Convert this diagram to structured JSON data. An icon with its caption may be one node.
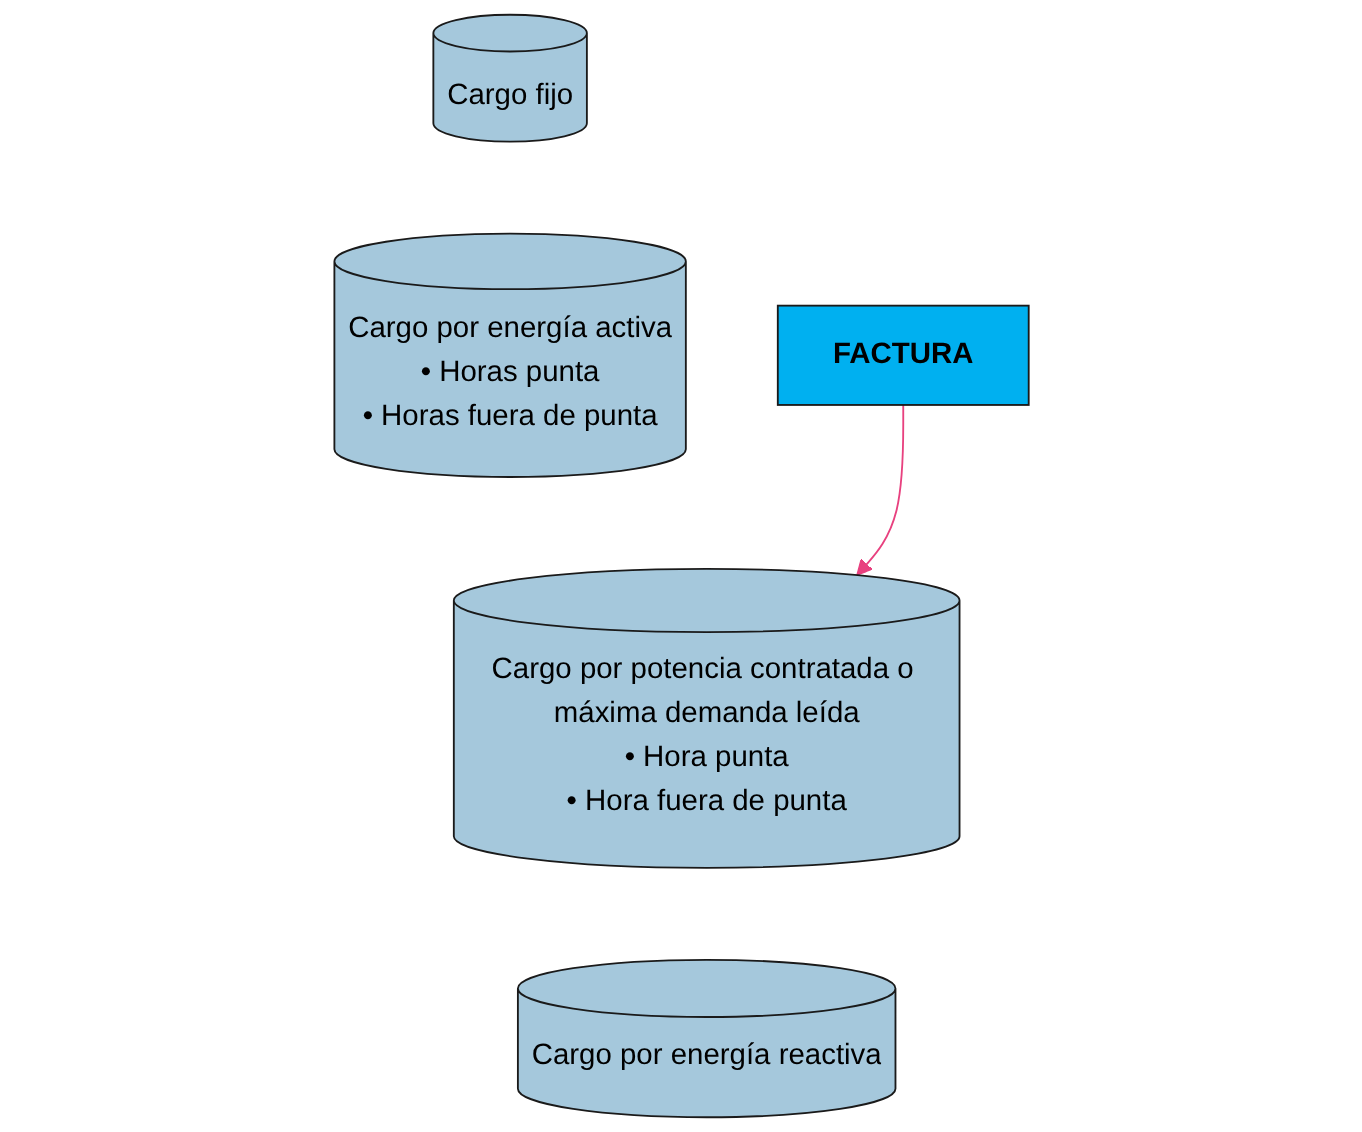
{
  "diagram": {
    "nodes": [
      {
        "text": [
          "FACTURA"
        ]
      },
      {
        "text": [
          "Cargo fijo"
        ]
      },
      {
        "text": [
          "Cargo por energía activa",
          "• Horas punta",
          "• Horas fuera de punta"
        ]
      },
      {
        "text": [
          "Cargo por potencia contratada o máxima demanda leída",
          "• Hora punta",
          "• Hora fuera de punta"
        ]
      },
      {
        "text": [
          "Cargo por energía reactiva"
        ]
      }
    ],
    "edges": [
      {
        "from": 0,
        "to": 3,
        "arrow": "to",
        "color": "#e8417f"
      }
    ]
  }
}
